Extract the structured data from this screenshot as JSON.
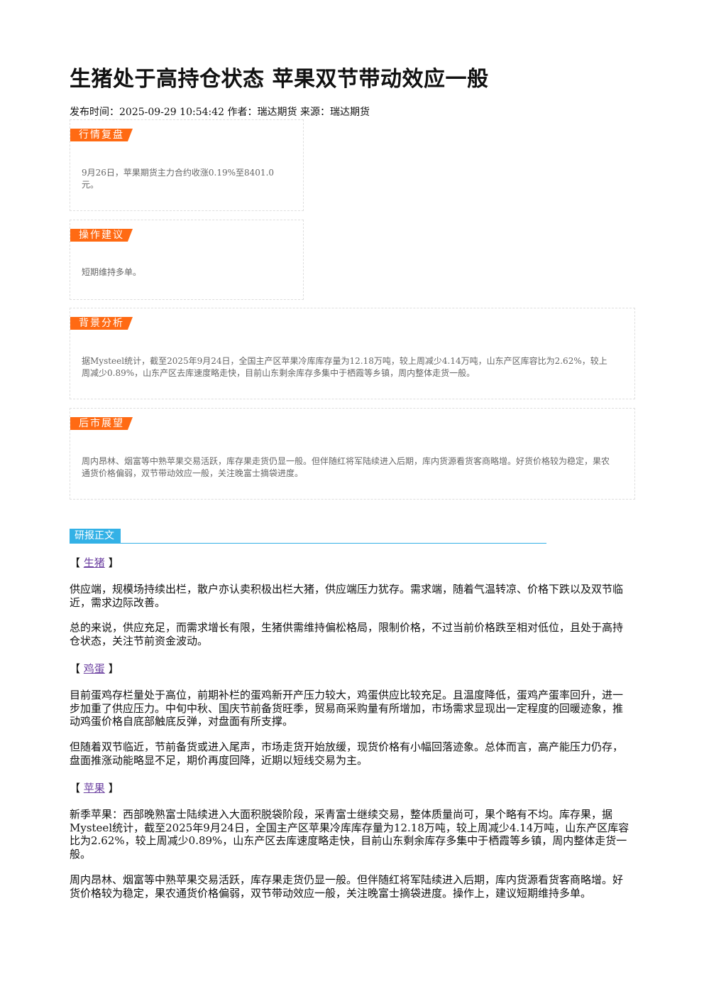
{
  "title": "生猪处于高持仓状态 苹果双节带动效应一般",
  "meta": "发布时间：2025-09-29 10:54:42 作者：瑞达期货 来源：瑞达期货",
  "cards": [
    {
      "label": "行情复盘",
      "text": "9月26日，苹果期货主力合约收涨0.19%至8401.0元。"
    },
    {
      "label": "操作建议",
      "text": "短期维持多单。"
    },
    {
      "label": "背景分析",
      "text": "据Mysteel统计，截至2025年9月24日，全国主产区苹果冷库库存量为12.18万吨，较上周减少4.14万吨，山东产区库容比为2.62%，较上周减少0.89%，山东产区去库速度略走快，目前山东剩余库存多集中于栖霞等乡镇，周内整体走货一般。"
    },
    {
      "label": "后市展望",
      "text": "周内昂林、烟富等中熟苹果交易活跃，库存果走货仍显一般。但伴随红将军陆续进入后期，库内货源看货客商略增。好货价格较为稳定，果农通货价格偏弱，双节带动效应一般，关注晚富士摘袋进度。"
    }
  ],
  "report": {
    "label": "研报正文",
    "sections": [
      {
        "name": "生猪",
        "paragraphs": [
          "供应端，规模场持续出栏，散户亦认卖积极出栏大猪，供应端压力犹存。需求端，随着气温转凉、价格下跌以及双节临近，需求边际改善。",
          "总的来说，供应充足，而需求增长有限，生猪供需维持偏松格局，限制价格，不过当前价格跌至相对低位，且处于高持仓状态，关注节前资金波动。"
        ]
      },
      {
        "name": "鸡蛋",
        "paragraphs": [
          "目前蛋鸡存栏量处于高位，前期补栏的蛋鸡新开产压力较大，鸡蛋供应比较充足。且温度降低，蛋鸡产蛋率回升，进一步加重了供应压力。中旬中秋、国庆节前备货旺季，贸易商采购量有所增加，市场需求显现出一定程度的回暖迹象，推动鸡蛋价格自底部触底反弹，对盘面有所支撑。",
          "但随着双节临近，节前备货或进入尾声，市场走货开始放缓，现货价格有小幅回落迹象。总体而言，高产能压力仍存，盘面推涨动能略显不足，期价再度回降，近期以短线交易为主。"
        ]
      },
      {
        "name": "苹果",
        "paragraphs": [
          "新季苹果：西部晚熟富士陆续进入大面积脱袋阶段，采青富士继续交易，整体质量尚可，果个略有不均。库存果，据Mysteel统计，截至2025年9月24日，全国主产区苹果冷库库存量为12.18万吨，较上周减少4.14万吨，山东产区库容比为2.62%，较上周减少0.89%，山东产区去库速度略走快，目前山东剩余库存多集中于栖霞等乡镇，周内整体走货一般。",
          "周内昂林、烟富等中熟苹果交易活跃，库存果走货仍显一般。但伴随红将军陆续进入后期，库内货源看货客商略增。好货价格较为稳定，果农通货价格偏弱，双节带动效应一般，关注晚富士摘袋进度。操作上，建议短期维持多单。"
        ]
      }
    ]
  }
}
